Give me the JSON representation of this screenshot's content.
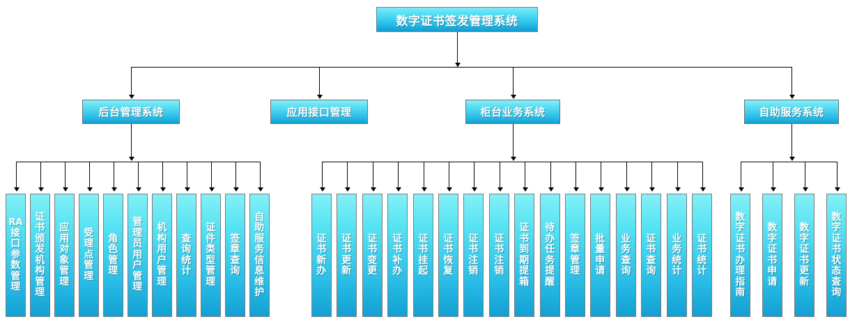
{
  "diagram": {
    "title": "数字证书签发管理系统",
    "type": "organization-tree",
    "root": {
      "label": "数字证书签发管理系统"
    },
    "level2": [
      {
        "id": "backend",
        "label": "后台管理系统"
      },
      {
        "id": "api",
        "label": "应用接口管理"
      },
      {
        "id": "counter",
        "label": "柜台业务系统"
      },
      {
        "id": "selfserv",
        "label": "自助服务系统"
      }
    ],
    "groups": [
      {
        "parent": "后台管理系统",
        "leaves": [
          "RA接口参数管理",
          "证书颁发机构管理",
          "应用对象管理",
          "受理点管理",
          "角色管理",
          "管理员用户管理",
          "机构用户管理",
          "查询统计",
          "证件类型管理",
          "签章查询",
          "自助服务信息维护"
        ]
      },
      {
        "parent": "应用接口管理",
        "leaves": []
      },
      {
        "parent": "柜台业务系统",
        "leaves": [
          "证书新办",
          "证书更新",
          "证书变更",
          "证书补办",
          "证书挂起",
          "证书恢复",
          "证书注销",
          "证书注销",
          "证书到期提箱",
          "待办任务提醒",
          "签章管理",
          "批量申请",
          "业务查询",
          "证书查询",
          "业务统计",
          "证书统计"
        ]
      },
      {
        "parent": "自助服务系统",
        "leaves": [
          "数字证书办理指南",
          "数字证书申请",
          "数字证书更新",
          "数字证书状态查询"
        ]
      }
    ],
    "colors": {
      "box_top": "#84f0f7",
      "box_bottom": "#12a0d2",
      "box_border": "#7a7a7a",
      "text": "#ffffff",
      "connector": "#000000",
      "background": "#ffffff"
    }
  }
}
